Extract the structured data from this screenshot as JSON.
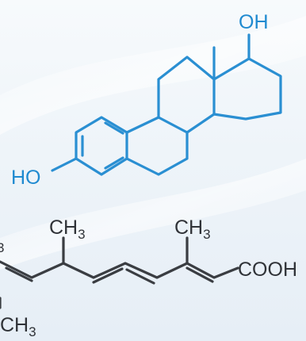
{
  "colors": {
    "background_top": "#f7fafc",
    "background_bottom": "#e6eef6",
    "steroid_bonds": "#2a8fd2",
    "steroid_labels": "#1f8ad0",
    "chain_bonds": "#3a3d42",
    "chain_labels": "#303338"
  },
  "steroid": {
    "label_oh_top": "OH",
    "label_ho_left": "HO"
  },
  "chain": {
    "left_partial": "3",
    "methyl_1_main": "CH",
    "methyl_1_sub": "3",
    "methyl_2_main": "CH",
    "methyl_2_sub": "3",
    "acid_label": "COOH",
    "methyl_bottom_main": "CH",
    "methyl_bottom_sub": "3"
  }
}
